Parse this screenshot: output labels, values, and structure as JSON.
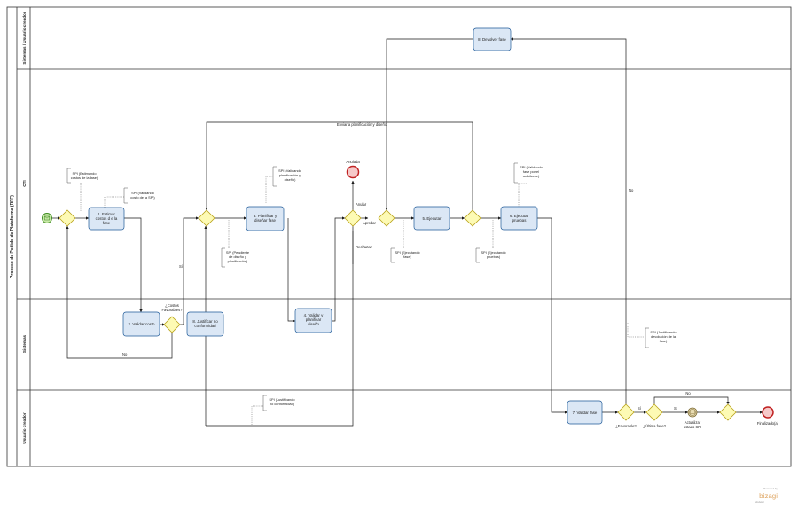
{
  "pool": {
    "title": "Proceso de Pedido de Plataforma (RFF)"
  },
  "lanes": [
    {
      "id": "sistemas",
      "title": "Sistemas / Usuario creador"
    },
    {
      "id": "cti",
      "title": "CTI"
    },
    {
      "id": "sistemas2",
      "title": "Sistemas"
    },
    {
      "id": "usuario",
      "title": "Usuario creador"
    }
  ],
  "tasks": {
    "t1": [
      "1. Estimar",
      "costos d e la",
      "fase"
    ],
    "t2": [
      "2. Validar costo"
    ],
    "t3": [
      "3. Planificar y",
      "diseñar fase"
    ],
    "t4": [
      "4. Validar y",
      "planificar",
      "diseño"
    ],
    "t5": [
      "5. Ejecutar"
    ],
    "t6": [
      "6. Ejecutar",
      "pruebas"
    ],
    "t7": [
      "7. Validar fase"
    ],
    "t8": [
      "8. Devolver fase"
    ],
    "t9": [
      "8. Justificar no",
      "conformidad"
    ],
    "t10": [
      "Actualizar",
      "estado SPI"
    ]
  },
  "annotations": {
    "a1": [
      "SPI (Estimando",
      "costos de la fase)"
    ],
    "a2": [
      "SPI (Validando",
      "costo de la SPI)"
    ],
    "a3": [
      "SPI (Validando",
      "planificación y",
      "diseño)"
    ],
    "a4": [
      "SPI (Pendiente",
      "de diseño y",
      "planificación)"
    ],
    "a5": [
      "SPI (Ejecutando",
      "fase)"
    ],
    "a6": [
      "SPI (Validando",
      "fase por el",
      "solicitante)"
    ],
    "a7": [
      "SPI (Ejecutando",
      "pruebas)"
    ],
    "a8": [
      "SPI (Justificando",
      "devolución de la",
      "fase)"
    ],
    "a9": [
      "SPI (Justificando",
      "no conformidad)"
    ]
  },
  "events": {
    "anulada": "Anulada",
    "finalizada": "Finalizado(a)"
  },
  "gateways": {
    "costos": [
      "¿Costos",
      "Favorables?"
    ],
    "favorable": "¿Favorable?",
    "ultima": "¿Última fase?"
  },
  "flows": {
    "enviar": "Enviar a planificación y diseño",
    "anular": "Anular",
    "aprobar": "Aprobar",
    "rechazar": "Rechazar",
    "si1": "Sí",
    "no1": "No",
    "no2": "No",
    "si2": "Sí",
    "si3": "Sí",
    "no3": "No"
  },
  "brand": {
    "name": "bizagi",
    "powered": "Powered by",
    "sub": "Modeler"
  },
  "colors": {
    "task_fill": "#dbe7f5",
    "task_stroke": "#1f5a98",
    "gateway_fill": "#fdfab4",
    "gateway_stroke": "#b9a21a",
    "start_fill": "#c8e8a8",
    "start_stroke": "#3d8a1e",
    "end_fill": "#f6c9c9",
    "end_stroke": "#c02222",
    "brand": "#e0aa6a"
  }
}
